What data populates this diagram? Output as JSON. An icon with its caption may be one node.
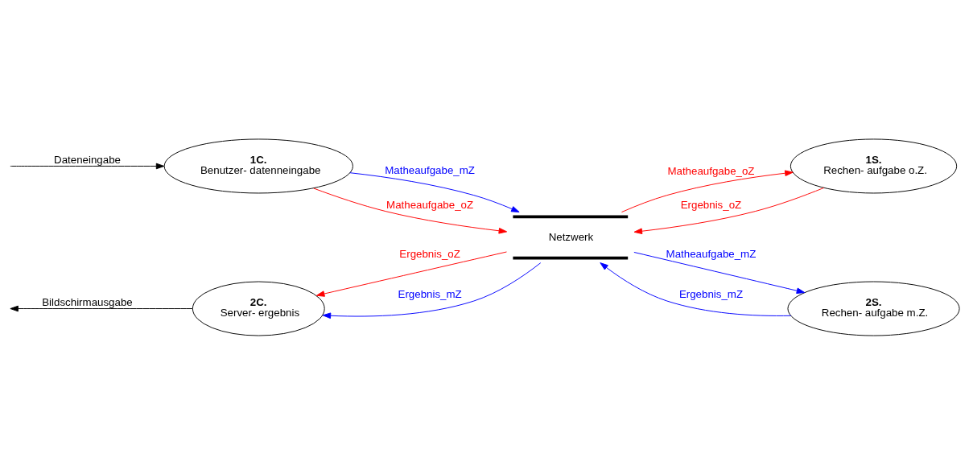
{
  "diagram": {
    "nodes": [
      {
        "text": [
          "1C.",
          "Benutzer- datenneingabe"
        ]
      },
      {
        "text": [
          "Netzwerk"
        ]
      },
      {
        "text": [
          "1S.",
          "Rechen- aufgabe o.Z."
        ]
      },
      {
        "text": [
          "2C.",
          "Server- ergebnis"
        ]
      },
      {
        "text": [
          "2S.",
          "Rechen- aufgabe m.Z."
        ]
      }
    ],
    "edges": [
      {
        "from": null,
        "to": 0,
        "arrow": "to",
        "label": "Dateneingabe",
        "color": "#000000"
      },
      {
        "from": 0,
        "to": 1,
        "arrow": "to",
        "label": "Matheaufgabe_mZ",
        "color": "#0000ff"
      },
      {
        "from": 0,
        "to": 1,
        "arrow": "to",
        "label": "Matheaufgabe_oZ",
        "color": "#ff0000"
      },
      {
        "from": 2,
        "to": 1,
        "arrow": "to",
        "label": "Ergebnis_oZ",
        "color": "#ff0000"
      },
      {
        "from": 1,
        "to": 2,
        "arrow": "to",
        "label": "Matheaufgabe_oZ",
        "color": "#ff0000"
      },
      {
        "from": 1,
        "to": 3,
        "arrow": "to",
        "label": "Ergebnis_oZ",
        "color": "#ff0000"
      },
      {
        "from": 1,
        "to": 3,
        "arrow": "to",
        "label": "Ergebnis_mZ",
        "color": "#0000ff"
      },
      {
        "from": 1,
        "to": 4,
        "arrow": "to",
        "label": "Matheaufgabe_mZ",
        "color": "#0000ff"
      },
      {
        "from": 4,
        "to": 1,
        "arrow": "to",
        "label": "Ergebnis_mZ",
        "color": "#0000ff"
      },
      {
        "from": 3,
        "to": null,
        "arrow": "to",
        "label": "Bildschirmausgabe",
        "color": "#000000"
      }
    ]
  }
}
